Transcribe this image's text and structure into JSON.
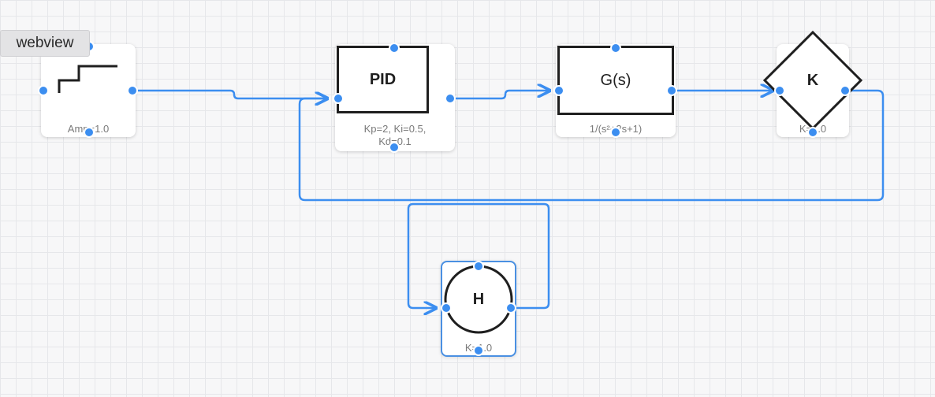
{
  "tooltip": {
    "text": "webview"
  },
  "blocks": {
    "step": {
      "label": "Amp=1.0"
    },
    "pid": {
      "title": "PID",
      "label": "Kp=2, Ki=0.5, Kd=0.1"
    },
    "plant": {
      "title": "G(s)",
      "label": "1/(s²+2s+1)"
    },
    "gain": {
      "title": "K",
      "label": "K=1.0"
    },
    "feedback": {
      "title": "H",
      "label": "K=1.0"
    }
  },
  "colors": {
    "connector": "#3c8ef0",
    "selection": "#4a90e2",
    "block_stroke": "#1f1f1f",
    "grid": "#e6e7ea"
  }
}
